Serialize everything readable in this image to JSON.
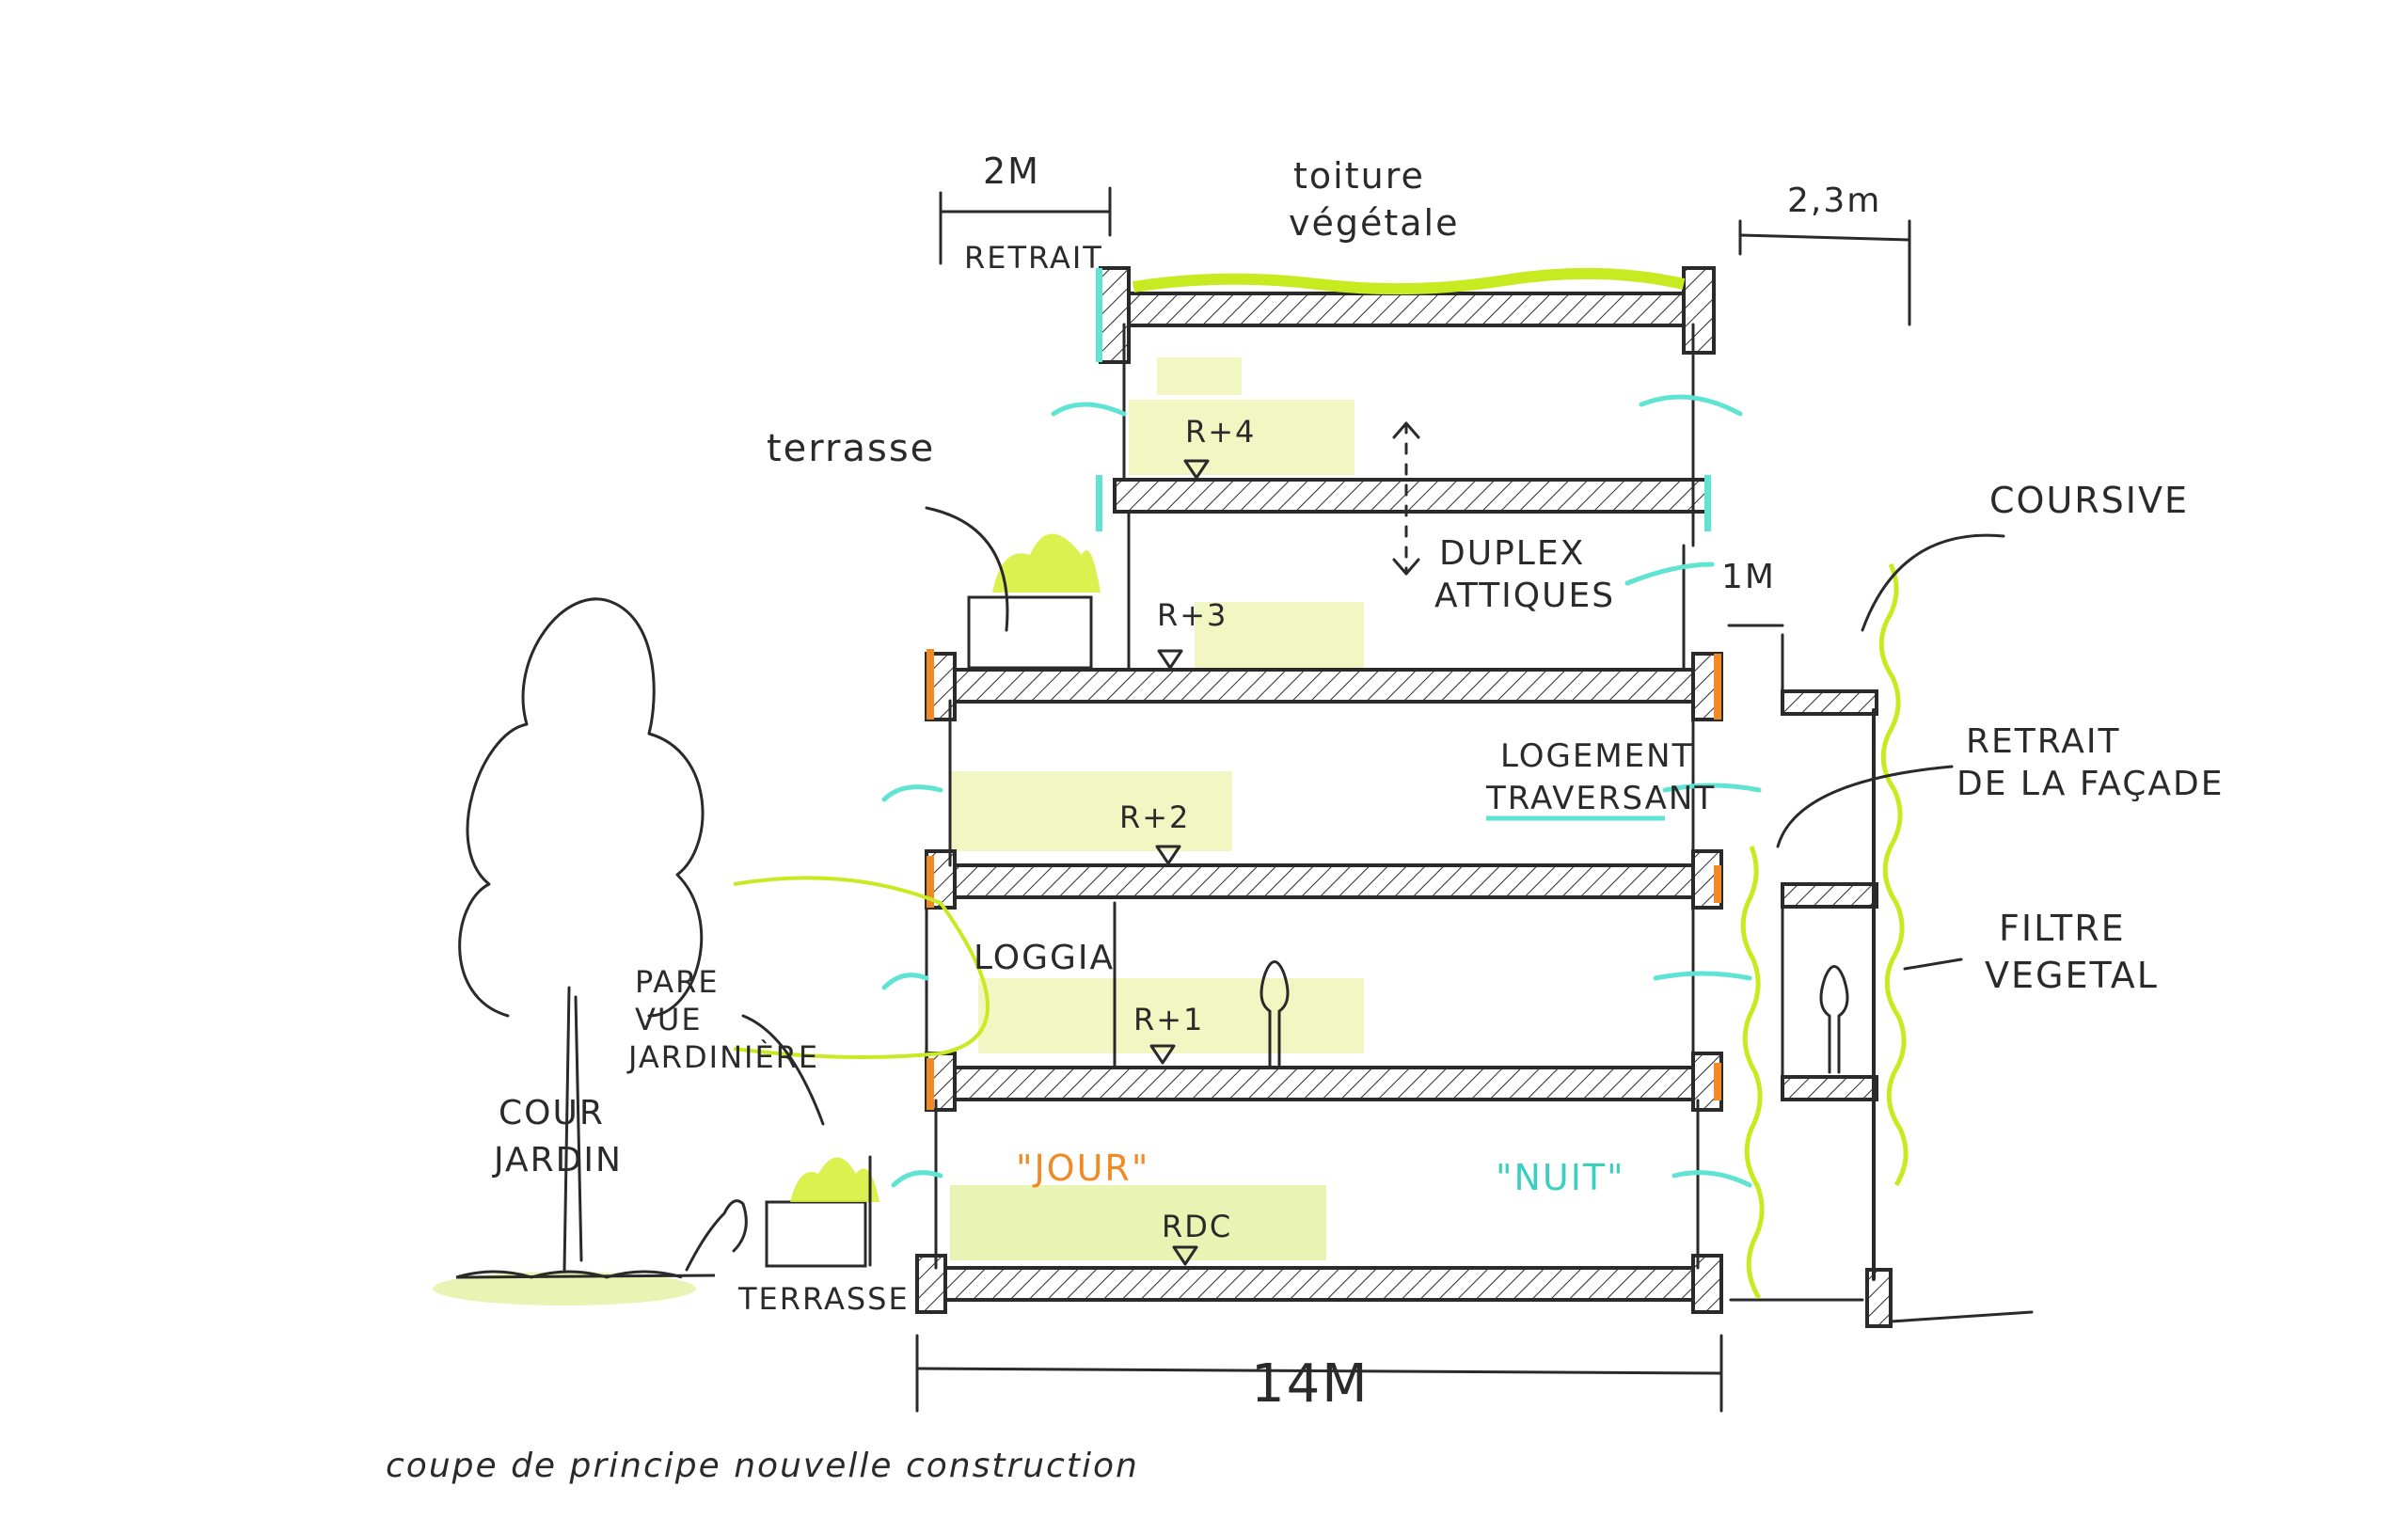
{
  "labels": {
    "retrait_dim": "2M",
    "retrait": "RETRAIT",
    "toiture": "toiture",
    "vegetale": "végétale",
    "coursive_dim": "2,3m",
    "terrasse_upper": "terrasse",
    "duplex": "DUPLEX",
    "attiques": "ATTIQUES",
    "coursive": "COURSIVE",
    "coursive_offset": "1M",
    "logement": "LOGEMENT",
    "traversant": "TRAVERSANT",
    "retrait_facade_1": "RETRAIT",
    "retrait_facade_2": "DE LA FAÇADE",
    "filtre": "FILTRE",
    "vegetal": "VEGETAL",
    "loggia": "LOGGIA",
    "pare_vue_1": "PARE",
    "pare_vue_2": "VUE",
    "jardiniere": "JARDINIÈRE",
    "cour": "COUR",
    "jardin": "JARDIN",
    "terrasse_ground": "TERRASSE",
    "jour": "\"JOUR\"",
    "nuit": "\"NUIT\"",
    "width_dim": "14M",
    "caption": "coupe de principe nouvelle construction"
  },
  "levels": [
    "R+4",
    "R+3",
    "R+2",
    "R+1",
    "RDC"
  ],
  "colors": {
    "ink": "#2a2a2a",
    "cyan": "#5fe3d2",
    "green": "#d6f03c",
    "wash": "#eef4b8",
    "orange": "#f08a24"
  }
}
